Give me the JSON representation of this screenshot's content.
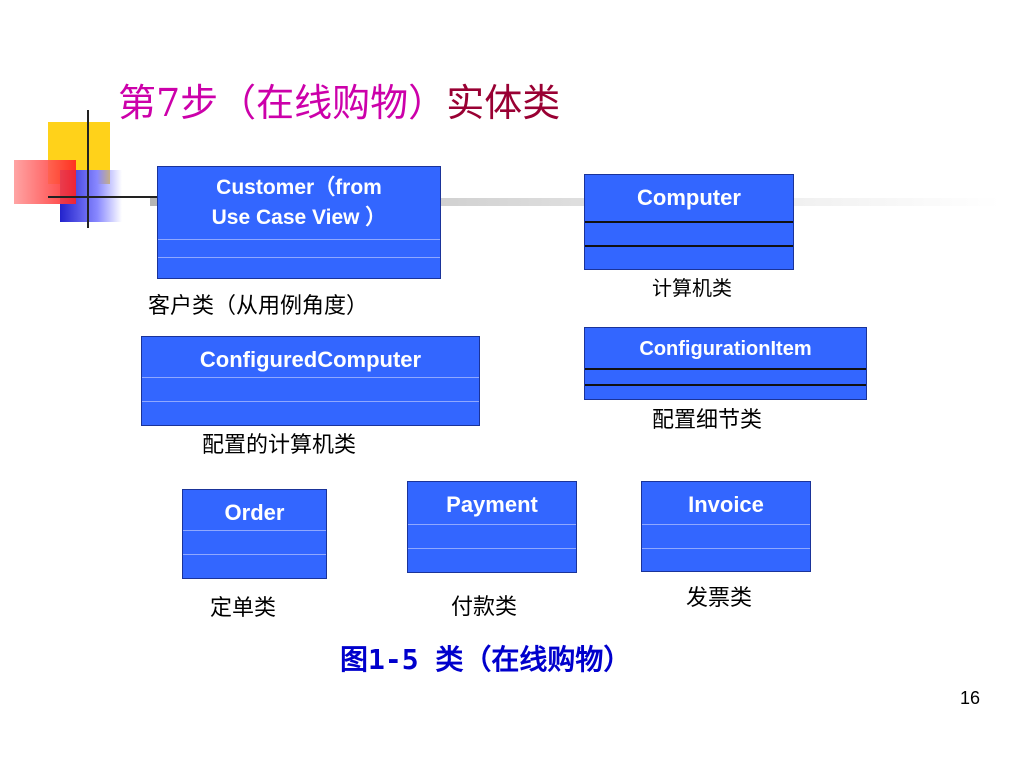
{
  "slide": {
    "title_part1": "第7步（在线购物）",
    "title_part2": "实体类",
    "caption": "图1-5 类（在线购物）",
    "page_number": "16"
  },
  "colors": {
    "class_fill": "#3366ff",
    "title_magenta": "#cc00aa",
    "title_dark_red": "#990033",
    "caption_blue": "#0000cc"
  },
  "classes": {
    "customer": {
      "name_line1": "Customer（from",
      "name_line2": "Use Case View ）",
      "label": "客户类（从用例角度）"
    },
    "computer": {
      "name": "Computer",
      "label": "计算机类"
    },
    "configured_computer": {
      "name": "ConfiguredComputer",
      "label": "配置的计算机类"
    },
    "configuration_item": {
      "name": "ConfigurationItem",
      "label": "配置细节类"
    },
    "order": {
      "name": "Order",
      "label": "定单类"
    },
    "payment": {
      "name": "Payment",
      "label": "付款类"
    },
    "invoice": {
      "name": "Invoice",
      "label": "发票类"
    }
  }
}
